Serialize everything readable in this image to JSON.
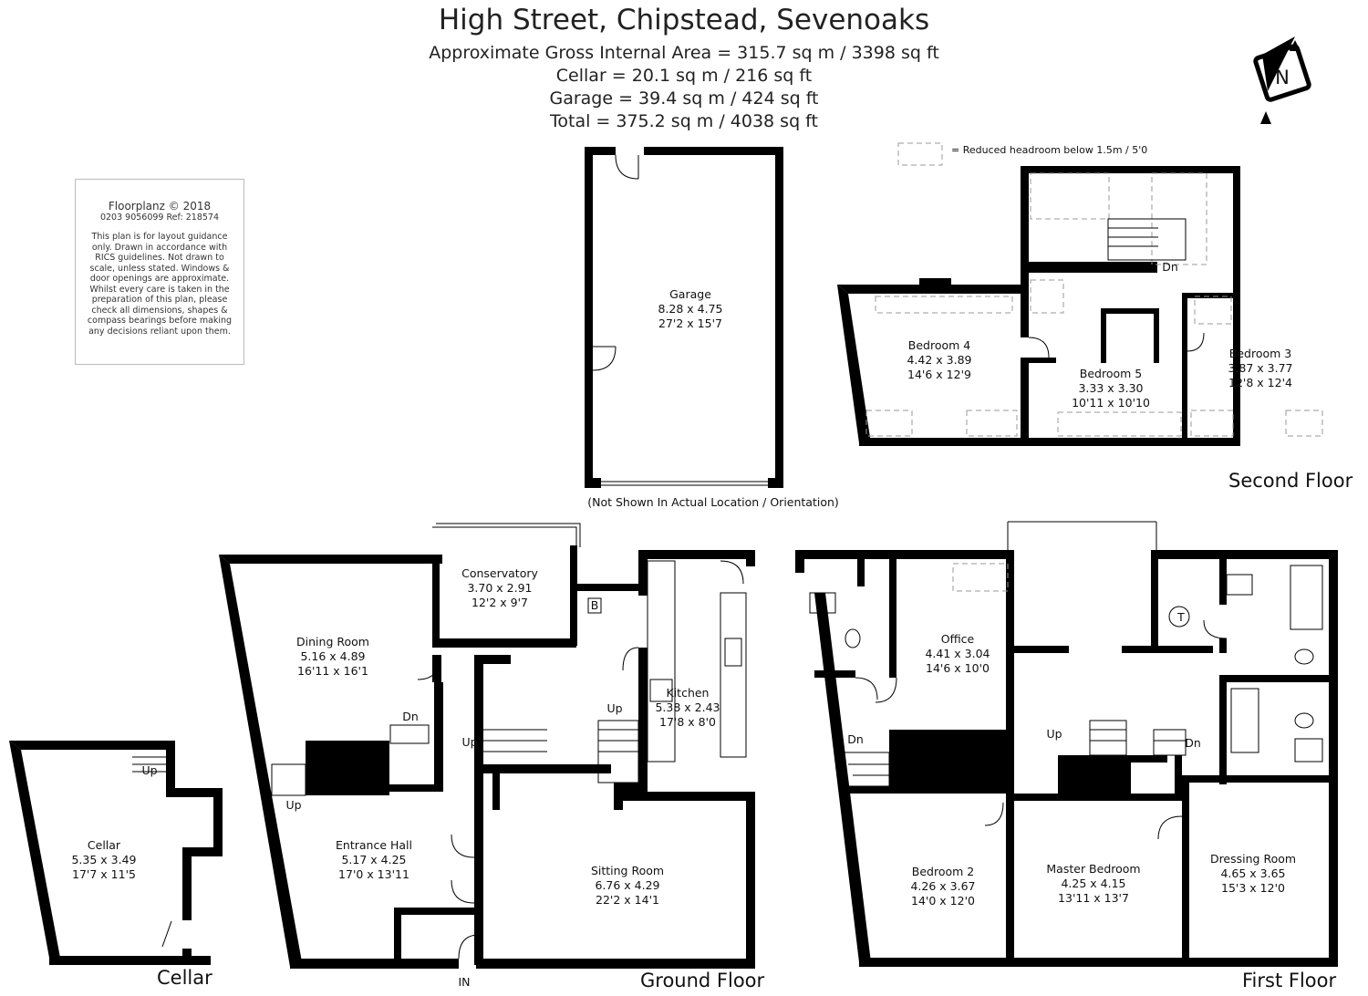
{
  "header": {
    "title": "High Street, Chipstead, Sevenoaks",
    "gross_area": "Approximate Gross Internal Area = 315.7 sq m / 3398 sq ft",
    "cellar_area": "Cellar = 20.1 sq m / 216 sq ft",
    "garage_area": "Garage = 39.4 sq m / 424 sq ft",
    "total_area": "Total = 375.2 sq m / 4038 sq ft"
  },
  "disclaimer": {
    "brand": "Floorplanz © 2018",
    "ref": "0203 9056099 Ref: 218574",
    "text": "This plan is for layout guidance only. Drawn in accordance with RICS guidelines. Not drawn to scale, unless stated. Windows & door openings are approximate. Whilst every care is taken in the preparation of this plan, please check all dimensions, shapes & compass bearings before making any decisions reliant upon them."
  },
  "compass": {
    "letter": "N"
  },
  "legend": {
    "reduced_headroom": "= Reduced headroom below 1.5m / 5'0"
  },
  "garage_note": "(Not Shown In Actual Location / Orientation)",
  "floors": {
    "cellar": "Cellar",
    "ground": "Ground Floor",
    "first": "First Floor",
    "second": "Second Floor"
  },
  "marks": {
    "up": "Up",
    "dn": "Dn",
    "in": "IN",
    "boiler": "B",
    "tank": "T"
  },
  "rooms": {
    "garage": {
      "name": "Garage",
      "metric": "8.28 x 4.75",
      "imperial": "27'2 x 15'7"
    },
    "cellar": {
      "name": "Cellar",
      "metric": "5.35 x 3.49",
      "imperial": "17'7 x 11'5"
    },
    "dining": {
      "name": "Dining Room",
      "metric": "5.16 x 4.89",
      "imperial": "16'11 x 16'1"
    },
    "conservatory": {
      "name": "Conservatory",
      "metric": "3.70 x 2.91",
      "imperial": "12'2 x 9'7"
    },
    "kitchen": {
      "name": "Kitchen",
      "metric": "5.38 x 2.43",
      "imperial": "17'8 x 8'0"
    },
    "hall": {
      "name": "Entrance Hall",
      "metric": "5.17 x 4.25",
      "imperial": "17'0 x 13'11"
    },
    "sitting": {
      "name": "Sitting Room",
      "metric": "6.76 x 4.29",
      "imperial": "22'2 x 14'1"
    },
    "office": {
      "name": "Office",
      "metric": "4.41 x 3.04",
      "imperial": "14'6 x 10'0"
    },
    "bedroom2": {
      "name": "Bedroom 2",
      "metric": "4.26 x 3.67",
      "imperial": "14'0 x 12'0"
    },
    "master": {
      "name": "Master Bedroom",
      "metric": "4.25 x 4.15",
      "imperial": "13'11 x 13'7"
    },
    "dressing": {
      "name": "Dressing Room",
      "metric": "4.65 x 3.65",
      "imperial": "15'3 x 12'0"
    },
    "bedroom4": {
      "name": "Bedroom 4",
      "metric": "4.42 x 3.89",
      "imperial": "14'6 x 12'9"
    },
    "bedroom5": {
      "name": "Bedroom 5",
      "metric": "3.33 x 3.30",
      "imperial": "10'11 x 10'10"
    },
    "bedroom3": {
      "name": "Bedroom 3",
      "metric": "3.87 x 3.77",
      "imperial": "12'8 x 12'4"
    }
  }
}
